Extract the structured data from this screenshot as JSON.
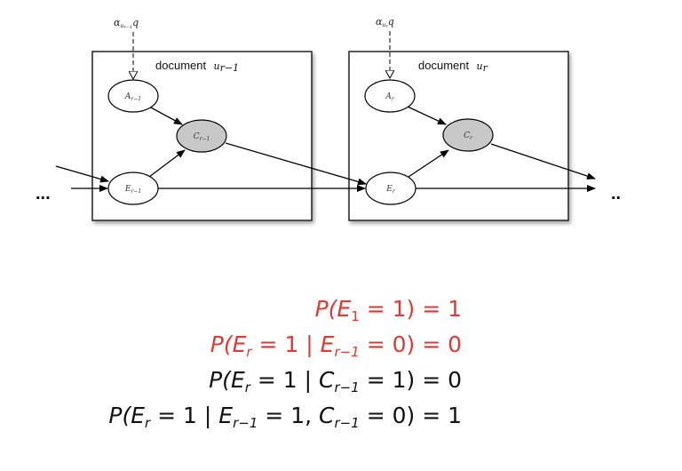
{
  "diagram": {
    "prev_doc": {
      "title": "document",
      "var": "u",
      "var_sub": "r−1",
      "alpha": "α",
      "alpha_sub": "u",
      "alpha_subsub": "r−1",
      "alpha_tail": "q",
      "nodes": {
        "A": {
          "main": "A",
          "sub": "r−1"
        },
        "C": {
          "main": "C",
          "sub": "r−1"
        },
        "E": {
          "main": "E",
          "sub": "r−1"
        }
      }
    },
    "curr_doc": {
      "title": "document",
      "var": "u",
      "var_sub": "r",
      "alpha": "α",
      "alpha_sub": "u",
      "alpha_subsub": "r",
      "alpha_tail": "q",
      "nodes": {
        "A": {
          "main": "A",
          "sub": "r"
        },
        "C": {
          "main": "C",
          "sub": "r"
        },
        "E": {
          "main": "E",
          "sub": "r"
        }
      }
    },
    "ellipsis_left": "...",
    "ellipsis_right": "..",
    "colors": {
      "clicked_fill": "#c8c8c8",
      "node_fill": "#ffffff"
    }
  },
  "equations": [
    {
      "color": "#e03a33",
      "parts": [
        {
          "t": "P(",
          "i": true
        },
        {
          "t": "E",
          "i": true
        },
        {
          "sub": "1"
        },
        {
          "t": " = 1) = 1"
        }
      ]
    },
    {
      "color": "#e03a33",
      "parts": [
        {
          "t": "P(",
          "i": true
        },
        {
          "t": "E",
          "i": true
        },
        {
          "sub": "r",
          "i": true
        },
        {
          "t": " = 1 | "
        },
        {
          "t": "E",
          "i": true
        },
        {
          "sub": "r−1",
          "i": true
        },
        {
          "t": " = 0) = 0"
        }
      ]
    },
    {
      "color": "#111111",
      "parts": [
        {
          "t": "P(",
          "i": true
        },
        {
          "t": "E",
          "i": true
        },
        {
          "sub": "r",
          "i": true
        },
        {
          "t": " = 1 | "
        },
        {
          "t": "C",
          "i": true
        },
        {
          "sub": "r−1",
          "i": true
        },
        {
          "t": " = 1) = 0"
        }
      ]
    },
    {
      "color": "#111111",
      "parts": [
        {
          "t": "P(",
          "i": true
        },
        {
          "t": "E",
          "i": true
        },
        {
          "sub": "r",
          "i": true
        },
        {
          "t": " = 1 | "
        },
        {
          "t": "E",
          "i": true
        },
        {
          "sub": "r−1",
          "i": true
        },
        {
          "t": " = 1, "
        },
        {
          "t": "C",
          "i": true
        },
        {
          "sub": "r−1",
          "i": true
        },
        {
          "t": " = 0) = 1"
        }
      ]
    }
  ]
}
